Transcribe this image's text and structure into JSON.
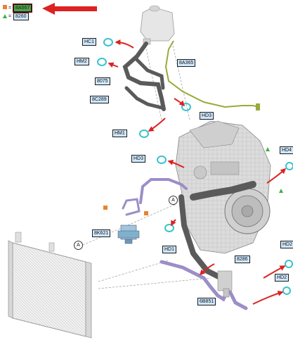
{
  "legend": {
    "item1": {
      "symbol": "square",
      "color": "#e8842c",
      "label": "8A567"
    },
    "item2": {
      "symbol": "triangle",
      "color": "#3cb043",
      "label": "8260"
    },
    "arrow_color": "#dd2222"
  },
  "labels": {
    "hc1": "HC1",
    "hm2": "HM2",
    "a8075": "8075",
    "a8c289": "8C289",
    "a8a365": "8A365",
    "hd3_top": "HD3",
    "hm1": "HM1",
    "hd3_mid": "HD3",
    "hd4": "HD4",
    "k8k621": "8K621",
    "hd1": "HD1",
    "a8286": "8286",
    "a6b851": "6B851",
    "hd2_a": "HD2",
    "hd2_b": "HD2"
  },
  "callouts": {
    "a1": "A",
    "a2": "A"
  },
  "colors": {
    "hose_dark": "#5a5a5a",
    "hose_green": "#9aaa3a",
    "hose_purple": "#9c8ec8",
    "clamp": "#38c3cf",
    "label_blue": "#cfe8ff",
    "label_green": "#2e8b2e"
  },
  "icons": {
    "marker_square": "orange-square-icon",
    "marker_triangle": "green-triangle-icon",
    "pointer_arrow": "red-arrow-icon"
  }
}
